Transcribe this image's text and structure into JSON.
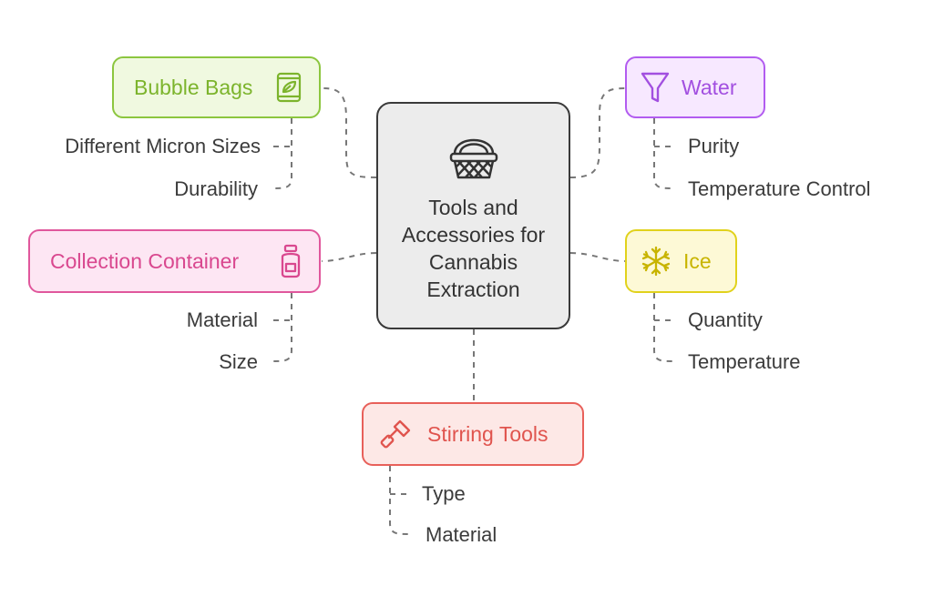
{
  "center": {
    "title": "Tools and Accessories for Cannabis Extraction",
    "icon": "basket-icon"
  },
  "branches": {
    "bubble_bags": {
      "label": "Bubble Bags",
      "icon": "bag-leaf-icon",
      "color": "#8cc63f",
      "children": [
        "Different Micron Sizes",
        "Durability"
      ]
    },
    "water": {
      "label": "Water",
      "icon": "funnel-icon",
      "color": "#b25cf0",
      "children": [
        "Purity",
        "Temperature Control"
      ]
    },
    "collection_container": {
      "label": "Collection Container",
      "icon": "jar-icon",
      "color": "#e0579c",
      "children": [
        "Material",
        "Size"
      ]
    },
    "ice": {
      "label": "Ice",
      "icon": "snowflake-icon",
      "color": "#e1d21c",
      "children": [
        "Quantity",
        "Temperature"
      ]
    },
    "stirring_tools": {
      "label": "Stirring Tools",
      "icon": "hand-mixer-icon",
      "color": "#e8605a",
      "children": [
        "Type",
        "Material"
      ]
    }
  }
}
